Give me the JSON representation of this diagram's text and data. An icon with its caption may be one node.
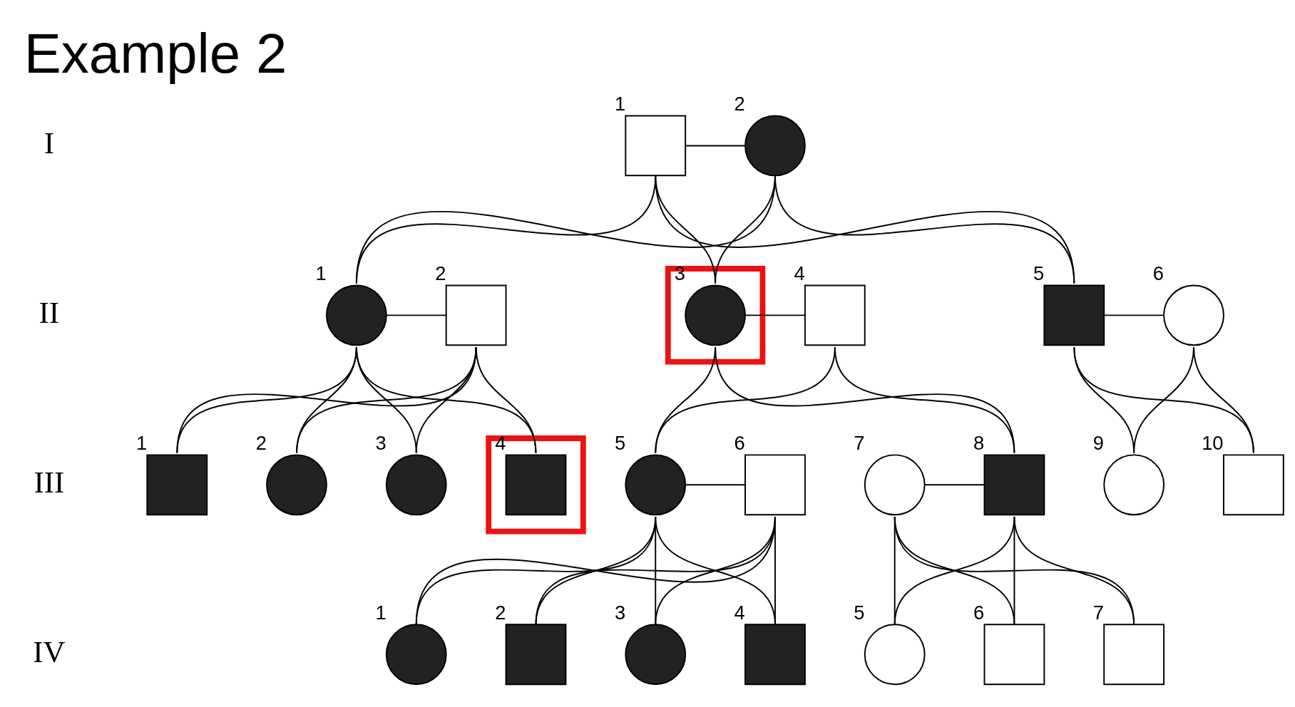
{
  "diagram": {
    "title": "Example 2",
    "nodes": [
      {
        "text": [],
        "shape": "box",
        "beside": [
          "1"
        ]
      },
      {
        "text": [],
        "shape": "circle",
        "beside": [
          "2"
        ]
      },
      {
        "text": [],
        "shape": "circle",
        "beside": [
          "1"
        ]
      },
      {
        "text": [],
        "shape": "box",
        "beside": [
          "2"
        ]
      },
      {
        "text": [],
        "shape": "box"
      },
      {
        "text": [],
        "shape": "circle",
        "beside": [
          "3"
        ],
        "in": 4
      },
      {
        "text": [],
        "shape": "box",
        "beside": [
          "4"
        ]
      },
      {
        "text": [],
        "shape": "box",
        "beside": [
          "5"
        ]
      },
      {
        "text": [],
        "shape": "circle",
        "beside": [
          "6"
        ]
      },
      {
        "text": [],
        "shape": "box",
        "beside": [
          "1"
        ]
      },
      {
        "text": [],
        "shape": "circle",
        "beside": [
          "2"
        ]
      },
      {
        "text": [],
        "shape": "circle",
        "beside": [
          "3"
        ]
      },
      {
        "text": [],
        "shape": "box"
      },
      {
        "text": [],
        "shape": "box",
        "beside": [
          "4"
        ],
        "in": 12
      },
      {
        "text": [],
        "shape": "circle",
        "beside": [
          "5"
        ]
      },
      {
        "text": [],
        "shape": "box",
        "beside": [
          "6"
        ]
      },
      {
        "text": [],
        "shape": "circle",
        "beside": [
          "7"
        ]
      },
      {
        "text": [],
        "shape": "box",
        "beside": [
          "8"
        ]
      },
      {
        "text": [],
        "shape": "circle",
        "beside": [
          "9"
        ]
      },
      {
        "text": [],
        "shape": "box",
        "beside": [
          "10"
        ]
      },
      {
        "text": [],
        "shape": "circle",
        "beside": [
          "1"
        ]
      },
      {
        "text": [],
        "shape": "box",
        "beside": [
          "2"
        ]
      },
      {
        "text": [],
        "shape": "circle",
        "beside": [
          "3"
        ]
      },
      {
        "text": [],
        "shape": "box",
        "beside": [
          "4"
        ]
      },
      {
        "text": [],
        "shape": "circle",
        "beside": [
          "5"
        ]
      },
      {
        "text": [],
        "shape": "box",
        "beside": [
          "6"
        ]
      },
      {
        "text": [],
        "shape": "box",
        "beside": [
          "7"
        ]
      }
    ],
    "edges": [
      {
        "from": 0,
        "to": 1,
        "arrow": "none"
      },
      {
        "from": 0,
        "to": 2,
        "arrow": "none"
      },
      {
        "from": 1,
        "to": 2,
        "arrow": "none"
      },
      {
        "from": 0,
        "to": 5,
        "arrow": "none"
      },
      {
        "from": 1,
        "to": 5,
        "arrow": "none"
      },
      {
        "from": 0,
        "to": 7,
        "arrow": "none"
      },
      {
        "from": 1,
        "to": 7,
        "arrow": "none"
      },
      {
        "from": 2,
        "to": 3,
        "arrow": "none"
      },
      {
        "from": 5,
        "to": 6,
        "arrow": "none"
      },
      {
        "from": 7,
        "to": 8,
        "arrow": "none"
      },
      {
        "from": 2,
        "to": 9,
        "arrow": "none"
      },
      {
        "from": 3,
        "to": 9,
        "arrow": "none"
      },
      {
        "from": 2,
        "to": 10,
        "arrow": "none"
      },
      {
        "from": 3,
        "to": 10,
        "arrow": "none"
      },
      {
        "from": 2,
        "to": 11,
        "arrow": "none"
      },
      {
        "from": 3,
        "to": 11,
        "arrow": "none"
      },
      {
        "from": 2,
        "to": 13,
        "arrow": "none"
      },
      {
        "from": 3,
        "to": 13,
        "arrow": "none"
      },
      {
        "from": 5,
        "to": 14,
        "arrow": "none"
      },
      {
        "from": 6,
        "to": 14,
        "arrow": "none"
      },
      {
        "from": 5,
        "to": 17,
        "arrow": "none"
      },
      {
        "from": 6,
        "to": 17,
        "arrow": "none"
      },
      {
        "from": 7,
        "to": 18,
        "arrow": "none"
      },
      {
        "from": 8,
        "to": 18,
        "arrow": "none"
      },
      {
        "from": 7,
        "to": 19,
        "arrow": "none"
      },
      {
        "from": 8,
        "to": 19,
        "arrow": "none"
      },
      {
        "from": 14,
        "to": 15,
        "arrow": "none"
      },
      {
        "from": 16,
        "to": 17,
        "arrow": "none"
      },
      {
        "from": 14,
        "to": 20,
        "arrow": "none"
      },
      {
        "from": 15,
        "to": 20,
        "arrow": "none"
      },
      {
        "from": 14,
        "to": 21,
        "arrow": "none"
      },
      {
        "from": 15,
        "to": 21,
        "arrow": "none"
      },
      {
        "from": 14,
        "to": 22,
        "arrow": "none"
      },
      {
        "from": 15,
        "to": 22,
        "arrow": "none"
      },
      {
        "from": 14,
        "to": 23,
        "arrow": "none"
      },
      {
        "from": 15,
        "to": 23,
        "arrow": "none"
      },
      {
        "from": 16,
        "to": 24,
        "arrow": "none"
      },
      {
        "from": 17,
        "to": 24,
        "arrow": "none"
      },
      {
        "from": 16,
        "to": 25,
        "arrow": "none"
      },
      {
        "from": 17,
        "to": 25,
        "arrow": "none"
      },
      {
        "from": 16,
        "to": 26,
        "arrow": "none"
      },
      {
        "from": 17,
        "to": 26,
        "arrow": "none"
      }
    ],
    "labels": [
      "I",
      "II",
      "III",
      "IV"
    ]
  }
}
